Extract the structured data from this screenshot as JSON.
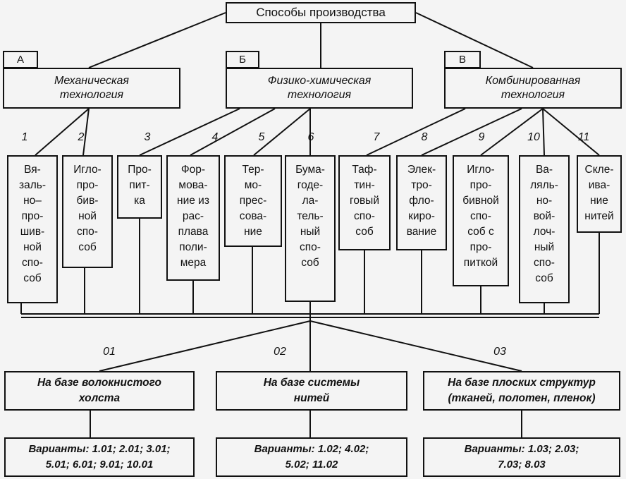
{
  "root": "Способы производства",
  "groups": [
    {
      "letter": "А",
      "title": "Механическая\nтехнология"
    },
    {
      "letter": "Б",
      "title": "Физико-химическая\nтехнология"
    },
    {
      "letter": "В",
      "title": "Комбинированная\nтехнология"
    }
  ],
  "methods": [
    {
      "num": "1",
      "label": "Вя-\nзаль-\nно–\nпро-\nшив-\nной\nспо-\nсоб"
    },
    {
      "num": "2",
      "label": "Игло-\nпро-\nбив-\nной\nспо-\nсоб"
    },
    {
      "num": "3",
      "label": "Про-\nпит-\nка"
    },
    {
      "num": "4",
      "label": "Фор-\nмова-\nние из\nрас-\nплава\nполи-\nмера"
    },
    {
      "num": "5",
      "label": "Тер-\nмо-\nпрес-\nсова-\nние"
    },
    {
      "num": "6",
      "label": "Бума-\nгоде-\nла-\nтель-\nный\nспо-\nсоб"
    },
    {
      "num": "7",
      "label": "Таф-\nтин-\nговый\nспо-\nсоб"
    },
    {
      "num": "8",
      "label": "Элек-\nтро-\nфло-\nкиро-\nвание"
    },
    {
      "num": "9",
      "label": "Игло-\nпро-\nбивной\nспо-\nсоб с\nпро-\nпиткой"
    },
    {
      "num": "10",
      "label": "Ва-\nляль-\nно-\nвой-\nлоч-\nный\nспо-\nсоб"
    },
    {
      "num": "11",
      "label": "Скле-\nива-\nние\nнитей"
    }
  ],
  "bases": [
    {
      "num": "01",
      "label": "На базе волокнистого\nхолста",
      "variants": "Варианты: 1.01; 2.01; 3.01;\n5.01; 6.01; 9.01; 10.01"
    },
    {
      "num": "02",
      "label": "На базе системы\nнитей",
      "variants": "Варианты: 1.02; 4.02;\n5.02; 11.02"
    },
    {
      "num": "03",
      "label": "На базе плоских структур\n(тканей, полотен, пленок)",
      "variants": "Варианты: 1.03; 2.03;\n7.03; 8.03"
    }
  ]
}
